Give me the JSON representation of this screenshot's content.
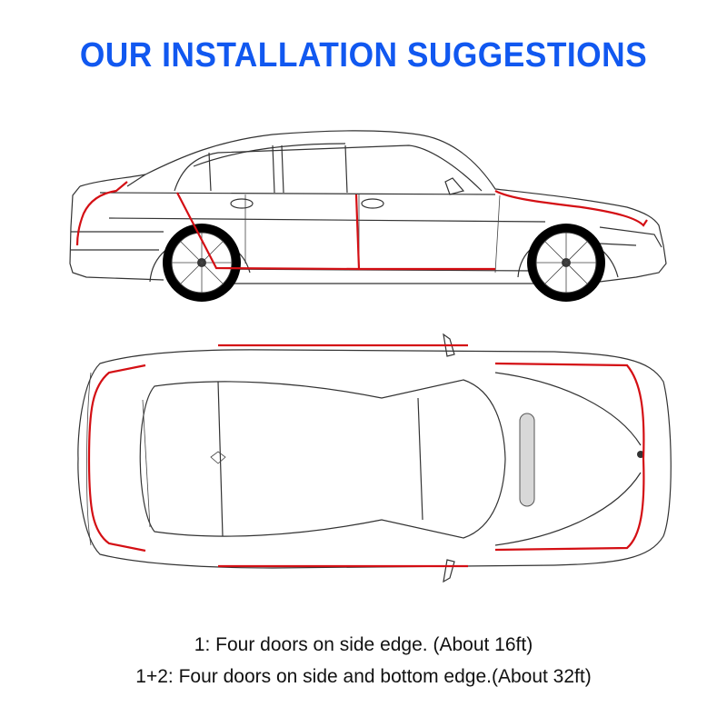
{
  "title": "OUR INSTALLATION SUGGESTIONS",
  "diagrams": {
    "side_view": {
      "label": "car-side-view",
      "seal_color": "#d40f14"
    },
    "top_view": {
      "label": "car-top-view",
      "seal_color": "#d40f14"
    }
  },
  "captions": [
    "1: Four doors on side edge. (About 16ft)",
    "1+2: Four doors on side and bottom edge.(About 32ft)"
  ],
  "colors": {
    "title": "#1158f0",
    "seal": "#d40f14",
    "line": "#333333"
  }
}
